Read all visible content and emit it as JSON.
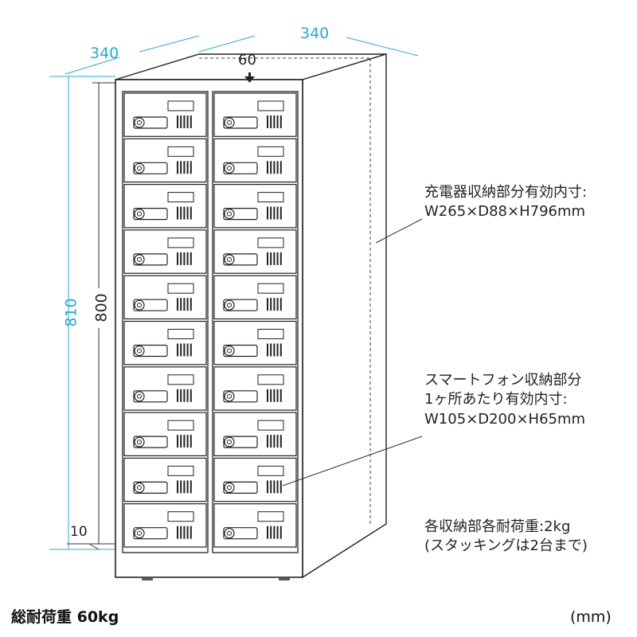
{
  "dimensions": {
    "width_top_left": "340",
    "width_top_right": "340",
    "slot_opening": "60",
    "height_total": "810",
    "height_body": "800",
    "base_height": "10"
  },
  "cabinet": {
    "columns": 2,
    "rows": 10
  },
  "annotations": {
    "charger_storage": {
      "line1": "充電器収納部分有効内寸:",
      "line2": "W265×D88×H796mm"
    },
    "phone_storage": {
      "line1": "スマートフォン収納部分",
      "line2": "1ヶ所あたり有効内寸:",
      "line3": "W105×D200×H65mm"
    },
    "load": {
      "line1": "各収納部各耐荷重:2kg",
      "line2": "(スタッキングは2台まで)"
    }
  },
  "footer": {
    "total_load": "総耐荷重 60kg",
    "unit": "(mm)"
  },
  "colors": {
    "dimension_cyan": "#2aa8d4",
    "line_dark": "#222222"
  }
}
